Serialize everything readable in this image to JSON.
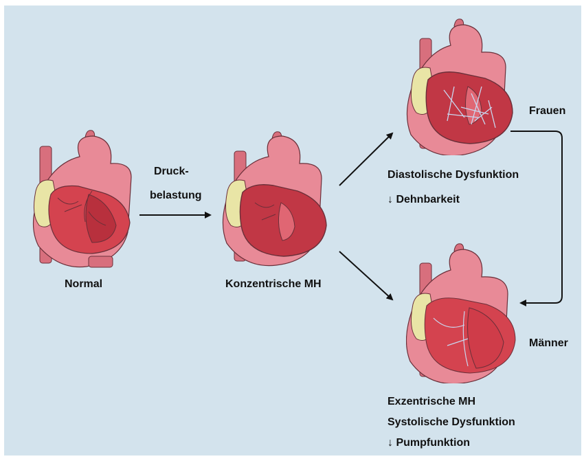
{
  "labels": {
    "normal": "Normal",
    "pressure_load_line1": "Druck-",
    "pressure_load_line2": "belastung",
    "concentric": "Konzentrische MH",
    "women": "Frauen",
    "men": "Männer",
    "diastolic_title": "Diastolische Dysfunktion",
    "diastolic_sub": "↓ Dehnbarkeit",
    "eccentric_title": "Exzentrische MH",
    "systolic_title": "Systolische Dysfunktion",
    "systolic_sub": "↓ Pumpfunktion"
  },
  "colors": {
    "background": "#d3e3ed",
    "heart_pink": "#e88a97",
    "heart_dark": "#c84a5a",
    "chamber_red": "#d4434f",
    "vessel": "#d86f7d",
    "fat_yellow": "#e9e5a6",
    "fibrosis": "#c9d8f0"
  }
}
